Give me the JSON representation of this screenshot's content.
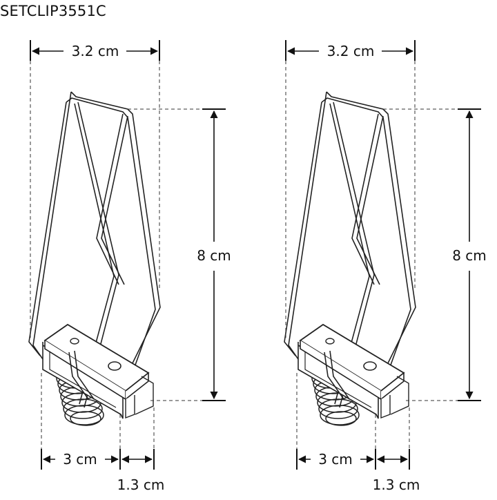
{
  "title": "SETCLIP3551C",
  "dimensions": {
    "width_label": "3.2 cm",
    "height_label": "8 cm",
    "base_label": "3 cm",
    "offset_label": "1.3 cm"
  },
  "clips": [
    {
      "id": "left"
    },
    {
      "id": "right"
    }
  ]
}
